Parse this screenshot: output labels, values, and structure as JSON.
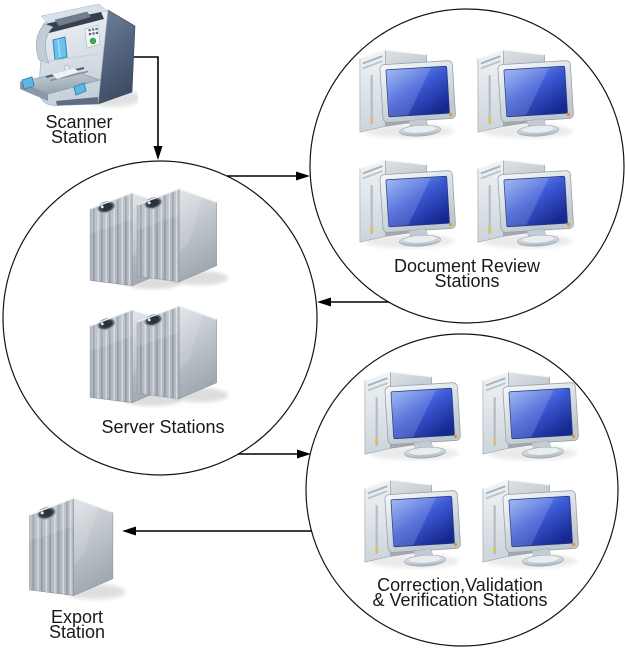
{
  "diagram": {
    "type": "workflow",
    "background": "#ffffff",
    "line_color": "#000000",
    "text_color": "#1a1a1a",
    "screen_blue": "#2a46c8",
    "device_gray": "#b9c1c9",
    "scanner_accent_blue": "#63b9e9",
    "nodes": [
      {
        "id": "scanner-station",
        "icon": "scanner",
        "device_count": 1,
        "grouped_in_circle": false,
        "label_lines": [
          "Scanner",
          "Station"
        ]
      },
      {
        "id": "server-stations",
        "icon": "server-tower",
        "device_count": 4,
        "grouped_in_circle": true,
        "label_lines": [
          "Server Stations"
        ]
      },
      {
        "id": "document-review-stations",
        "icon": "desktop-workstation",
        "device_count": 4,
        "grouped_in_circle": true,
        "label_lines": [
          "Document Review",
          "Stations"
        ]
      },
      {
        "id": "correction-validation-verification-stations",
        "icon": "desktop-workstation",
        "device_count": 4,
        "grouped_in_circle": true,
        "label_lines": [
          "Correction,Validation",
          "& Verification Stations"
        ]
      },
      {
        "id": "export-station",
        "icon": "server-tower",
        "device_count": 1,
        "grouped_in_circle": false,
        "label_lines": [
          "Export",
          "Station"
        ]
      }
    ],
    "connections": [
      {
        "from": "scanner-station",
        "to": "server-stations"
      },
      {
        "from": "server-stations",
        "to": "document-review-stations"
      },
      {
        "from": "document-review-stations",
        "to": "server-stations"
      },
      {
        "from": "server-stations",
        "to": "correction-validation-verification-stations"
      },
      {
        "from": "correction-validation-verification-stations",
        "to": "export-station"
      }
    ]
  }
}
